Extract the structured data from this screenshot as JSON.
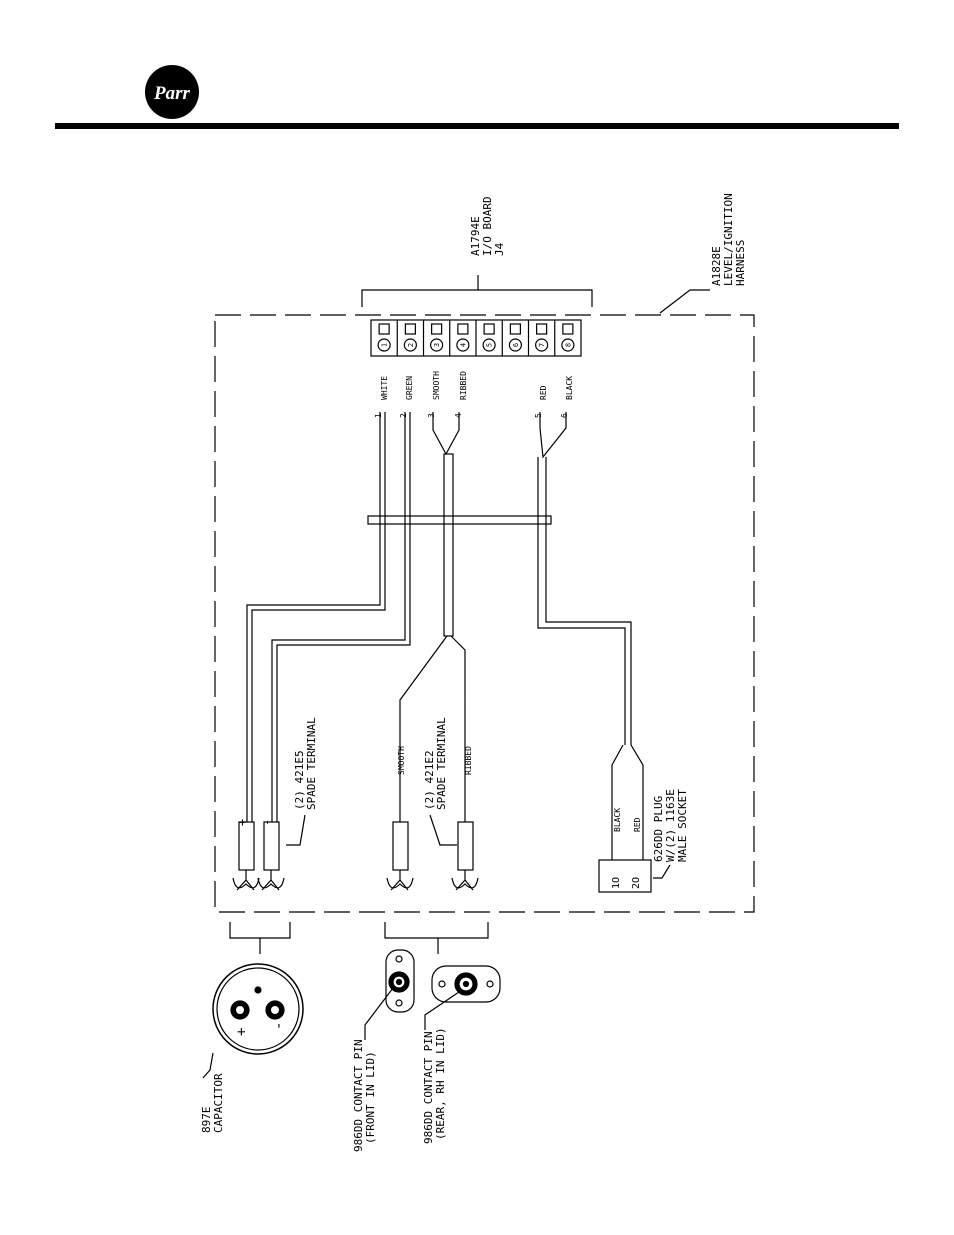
{
  "header": {
    "logo_text": "Parr"
  },
  "io_board": {
    "part": "A1794E",
    "name": "I/O BOARD",
    "connector": "J4",
    "terminals": [
      "1",
      "2",
      "3",
      "4",
      "5",
      "6",
      "7",
      "8"
    ]
  },
  "harness": {
    "part": "A1828E",
    "name1": "LEVEL/IGNITION",
    "name2": "HARNESS"
  },
  "wires": {
    "white": "WHITE",
    "green": "GREEN",
    "smooth": "SMOOTH",
    "ribbed": "RIBBED",
    "red": "RED",
    "black": "BLACK",
    "n1": "1",
    "n2": "2",
    "n3": "3",
    "n4": "4",
    "n5": "5",
    "n6": "6"
  },
  "spade_421e5": {
    "line1": "(2) 421E5",
    "line2": "SPADE TERMINAL",
    "plus": "+",
    "minus": "-"
  },
  "spade_421e2": {
    "line1": "(2) 421E2",
    "line2": "SPADE TERMINAL",
    "smooth": "SMOOTH",
    "ribbed": "RIBBED"
  },
  "plug": {
    "line1": "626DD PLUG",
    "line2": "W/(2) 1163E",
    "line3": "MALE SOCKET",
    "black": "BLACK",
    "red": "RED",
    "pin1": "1O",
    "pin2": "2O"
  },
  "capacitor": {
    "part": "897E",
    "name": "CAPACITOR",
    "plus": "+",
    "minus": "-"
  },
  "pin_front": {
    "line1": "986DD CONTACT PIN",
    "line2": "(FRONT IN LID)"
  },
  "pin_rear": {
    "line1": "986DD CONTACT PIN",
    "line2": "(REAR, RH IN LID)"
  }
}
